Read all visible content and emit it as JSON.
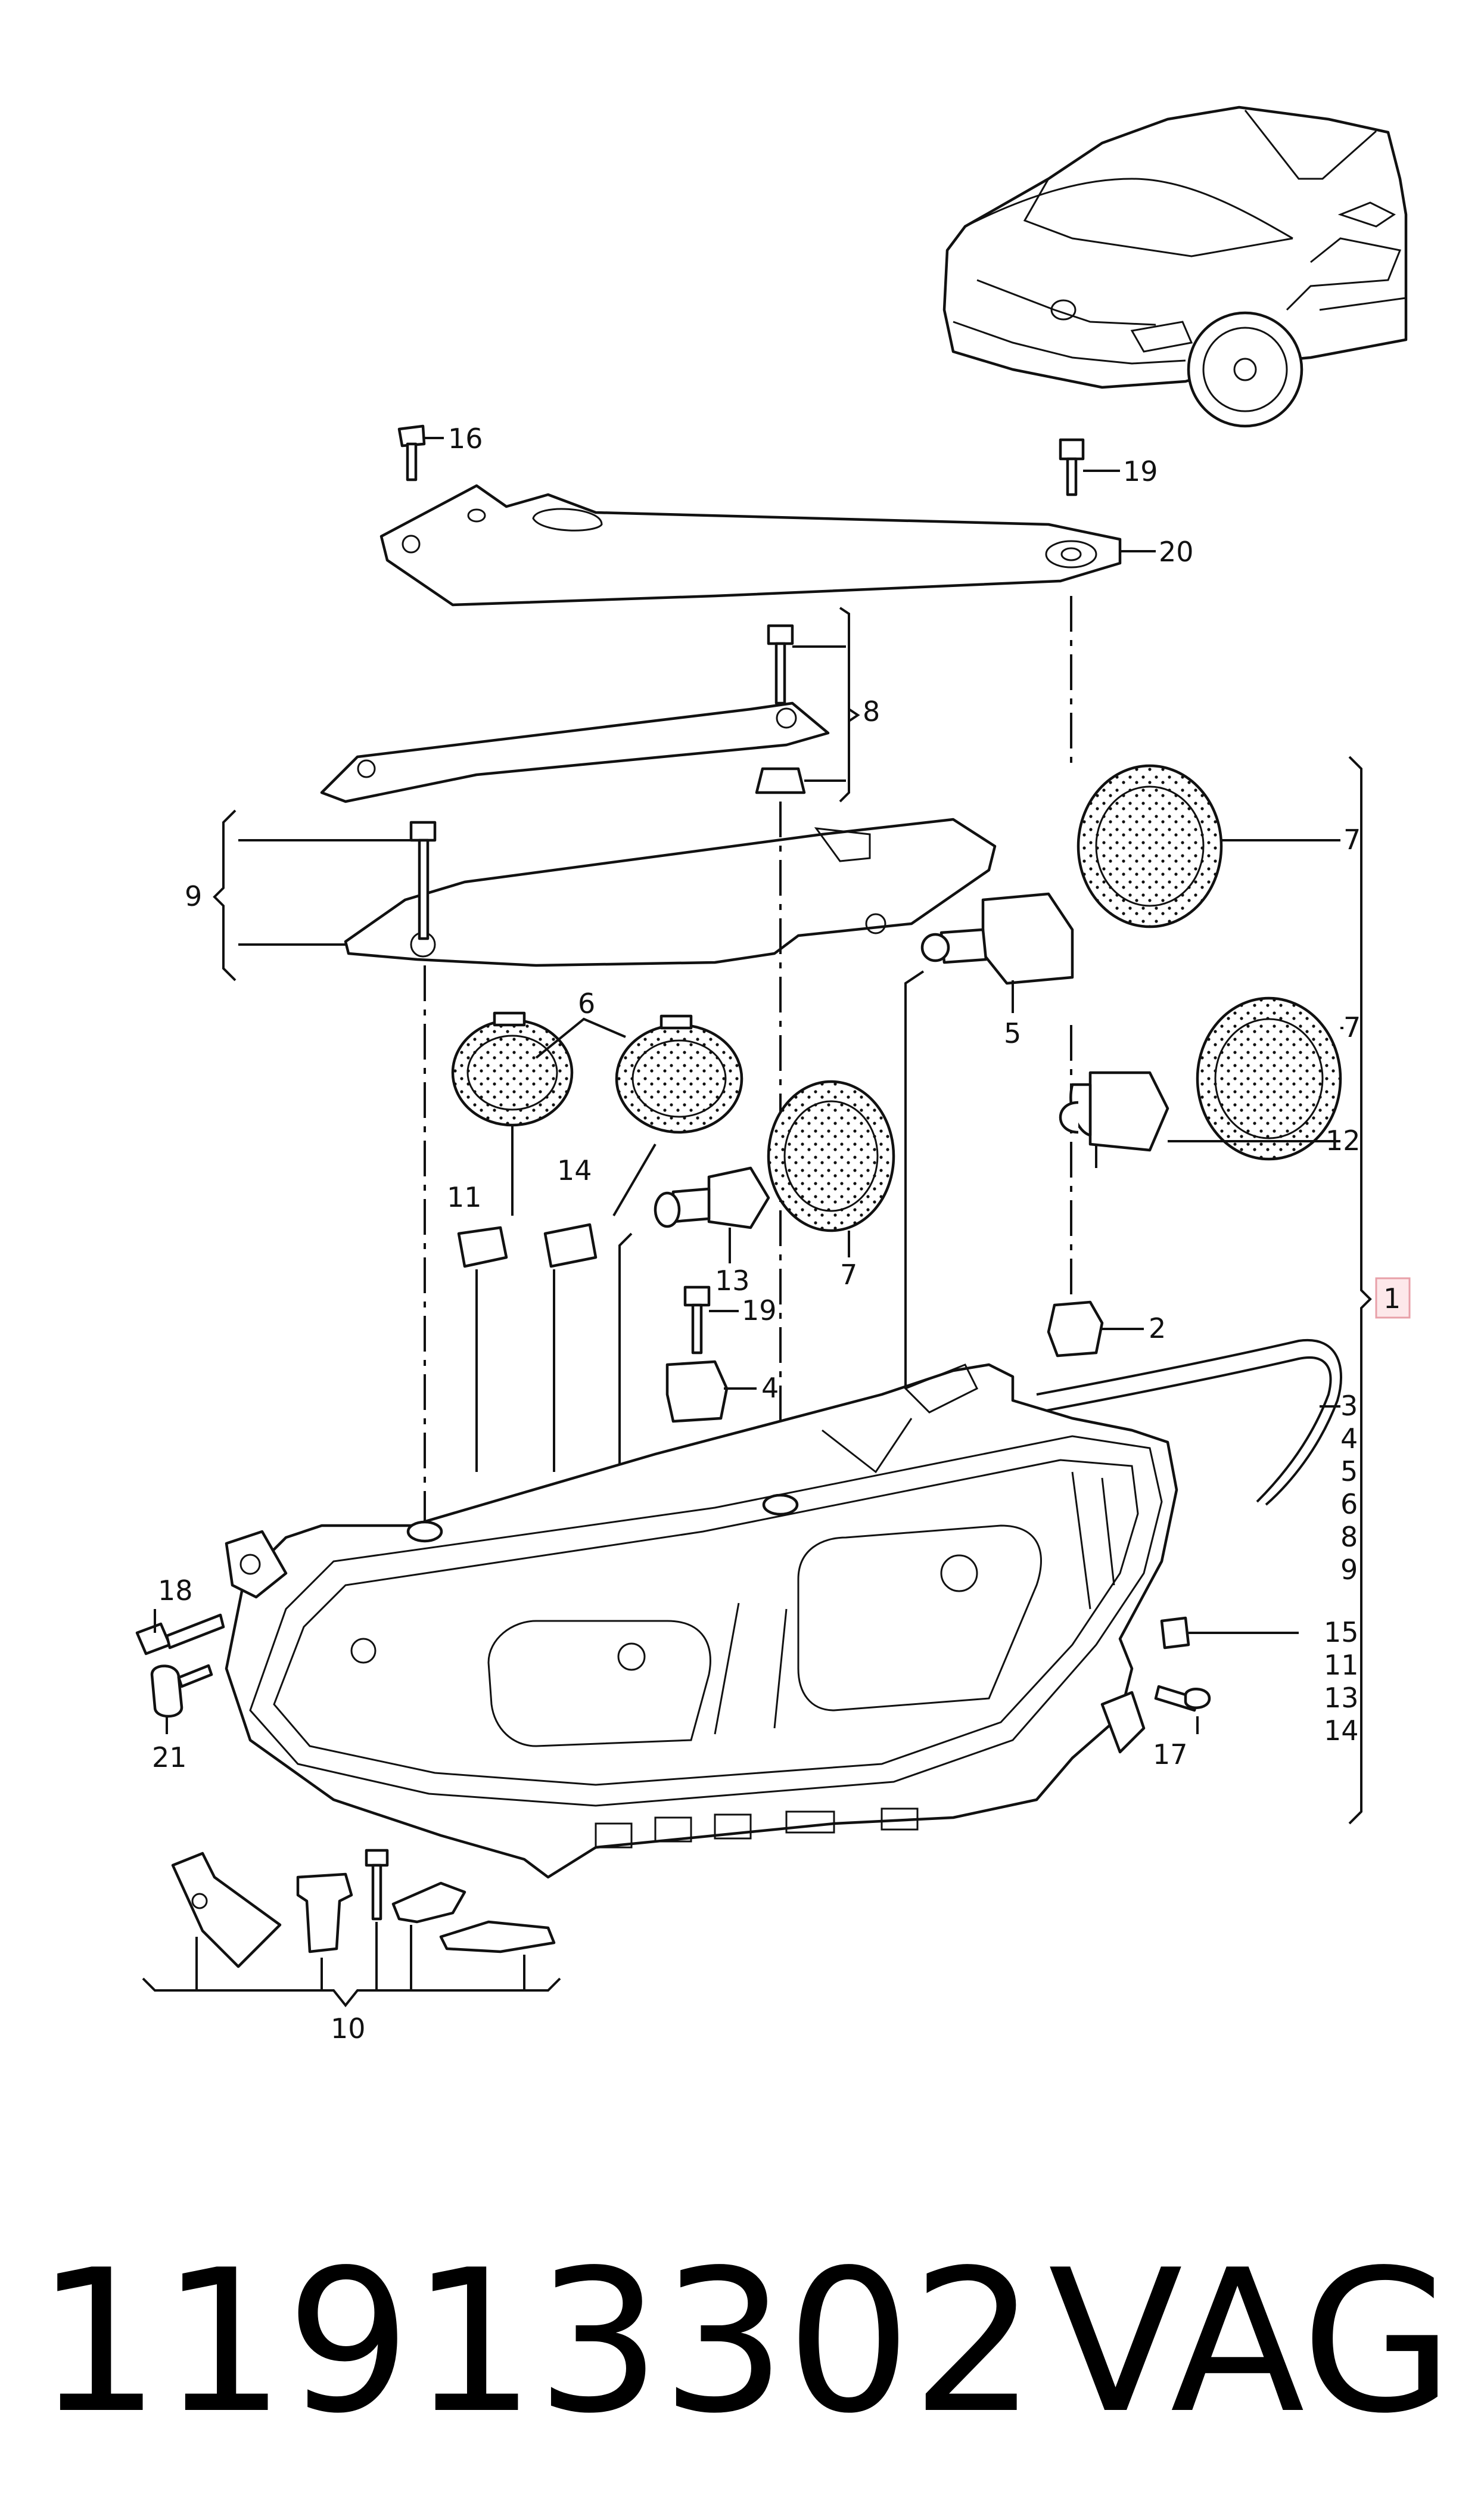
{
  "callouts": {
    "c1": "1",
    "c2": "2",
    "c3": "3",
    "c4": "4",
    "c5": "5",
    "c6": "6",
    "c7": "7",
    "c8": "8",
    "c9": "9",
    "c10": "10",
    "c11": "11",
    "c12": "12",
    "c13": "13",
    "c14": "14",
    "c15": "15",
    "c16": "16",
    "c17": "17",
    "c18": "18",
    "c19": "19",
    "c20": "20",
    "c21": "21"
  },
  "group_list": [
    "3",
    "4",
    "5",
    "6",
    "8",
    "9",
    "15",
    "11",
    "13",
    "14"
  ],
  "footer": {
    "part_number": "11913302",
    "brand": "VAG"
  }
}
